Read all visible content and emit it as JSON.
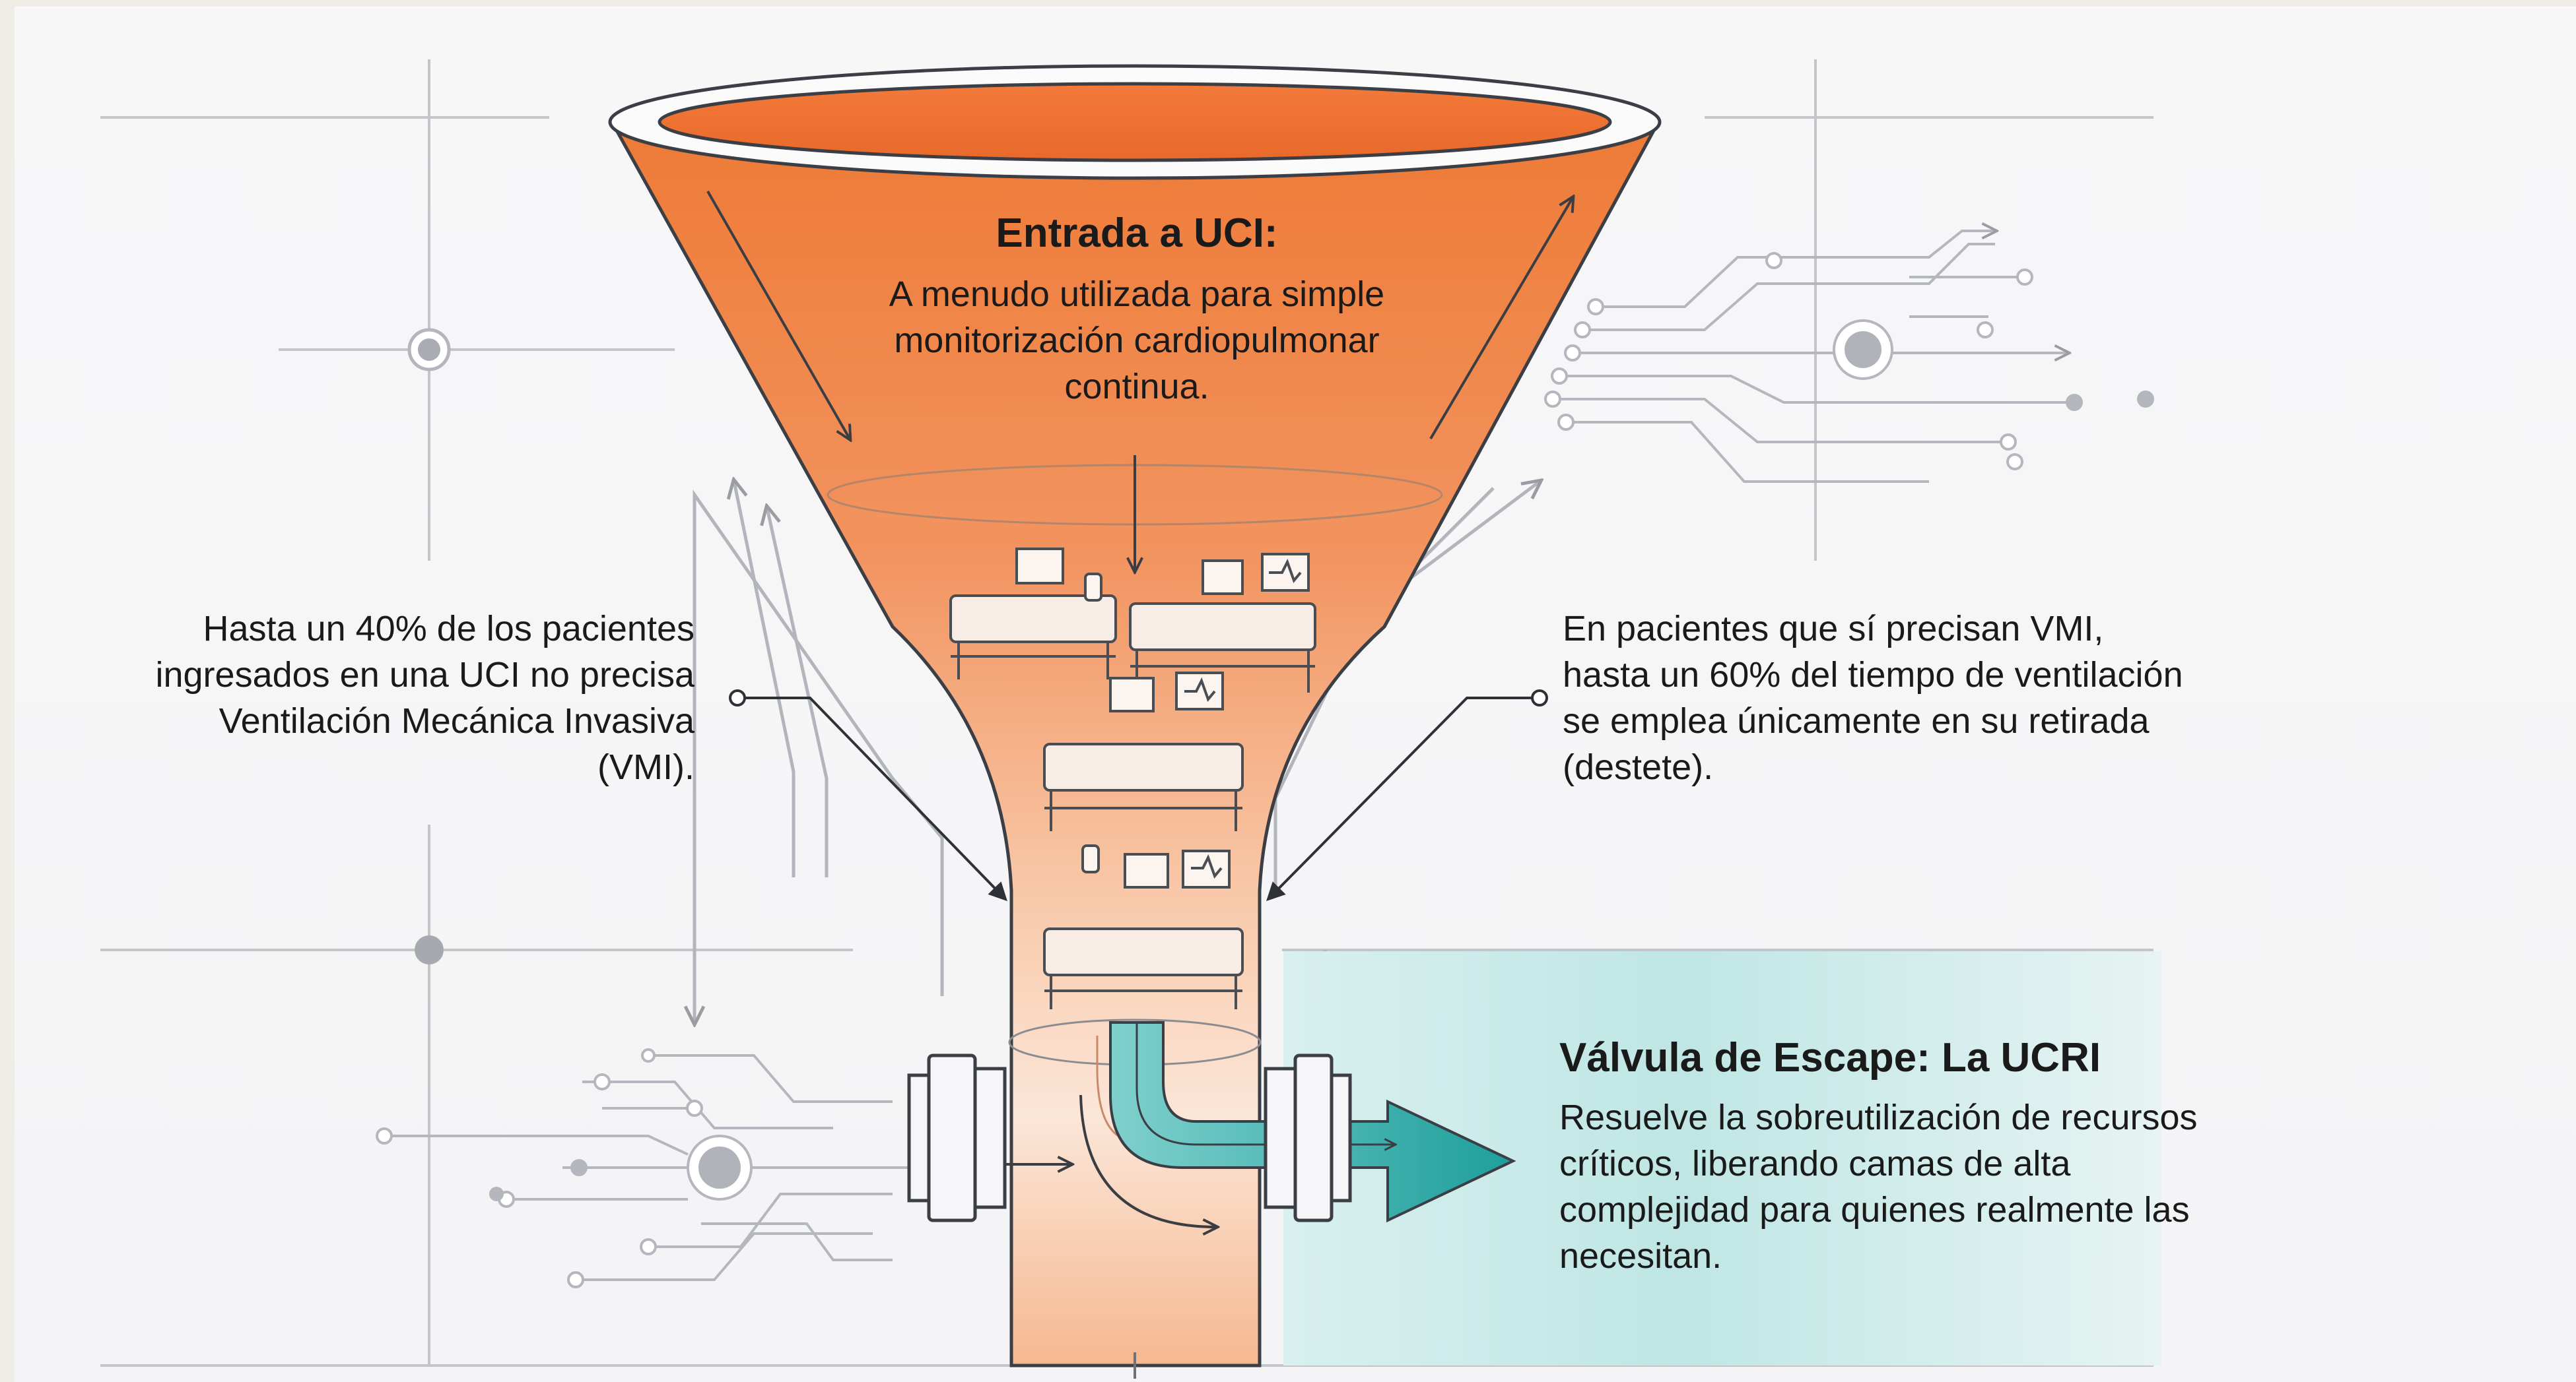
{
  "entry": {
    "title": "Entrada a UCI:",
    "body": "A menudo utilizada para simple monitorización cardiopulmonar continua."
  },
  "left_note": {
    "text": "Hasta un 40% de los pacientes ingresados en una UCI no precisa Ventilación Mecánica Invasiva (VMI)."
  },
  "right_note": {
    "text": "En pacientes que sí precisan VMI, hasta un 60% del tiempo de ventilación se emplea únicamente en su retirada (destete)."
  },
  "escape": {
    "title": "Válvula de Escape: La UCRI",
    "body": "Resuelve la sobreutilización de recursos críticos, liberando camas de alta complejidad para quienes realmente las necesitan."
  },
  "icons": [
    "funnel-icon",
    "icu-bed-icon",
    "patient-monitor-icon",
    "iv-drip-icon",
    "pipe-flange-icon",
    "escape-arrow-icon",
    "circuit-node-icon",
    "flow-arrow-icon"
  ],
  "colors": {
    "funnel_orange": "#f08a4b",
    "funnel_light": "#fbe3d2",
    "teal": "#2fb0ad",
    "teal_panel": "#c9eae8",
    "line_gray": "#b9bbc0",
    "text": "#1a1a1a"
  }
}
